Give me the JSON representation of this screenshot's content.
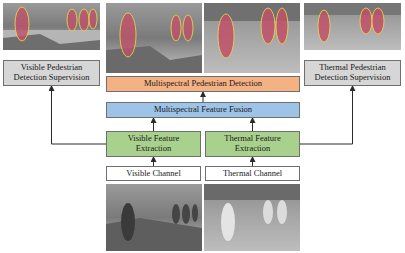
{
  "diagram": {
    "nodes": [
      {
        "text": [
          "Visible Pedestrian Detection Supervision"
        ]
      },
      {
        "text": [
          "Multispectral Pedestrian Detection"
        ]
      },
      {
        "text": [
          "Thermal Pedestrian Detection Supervision"
        ]
      },
      {
        "text": [
          "Multispectral Feature Fusion"
        ]
      },
      {
        "text": [
          "Visible Feature Extraction"
        ]
      },
      {
        "text": [
          "Thermal Feature Extraction"
        ]
      },
      {
        "text": [
          "Visible Channel"
        ]
      },
      {
        "text": [
          "Thermal Channel"
        ]
      }
    ],
    "edges": [
      {
        "from": 6,
        "to": 4,
        "arrow": "to"
      },
      {
        "from": 7,
        "to": 5,
        "arrow": "to"
      },
      {
        "from": 4,
        "to": 3,
        "arrow": "to"
      },
      {
        "from": 5,
        "to": 3,
        "arrow": "to"
      },
      {
        "from": 3,
        "to": 1,
        "arrow": "to"
      },
      {
        "from": 4,
        "to": 0,
        "arrow": "to"
      },
      {
        "from": 5,
        "to": 2,
        "arrow": "to"
      }
    ]
  }
}
